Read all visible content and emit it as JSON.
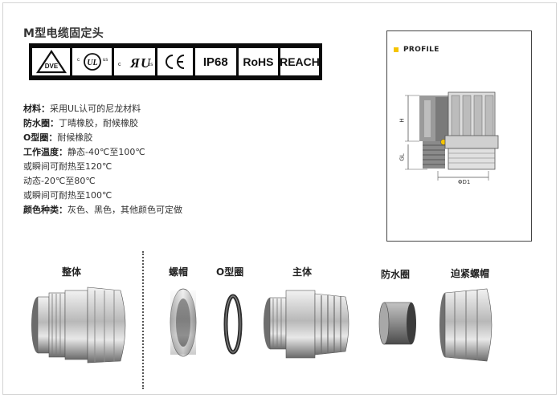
{
  "title": "M型电缆固定头",
  "certifications": [
    {
      "name": "vde-icon"
    },
    {
      "name": "cul-us-icon",
      "text": "c UL us"
    },
    {
      "name": "cru-us-icon",
      "text": "c RU us"
    },
    {
      "name": "ce-icon",
      "text": "CE"
    },
    {
      "name": "ip68",
      "text": "IP68"
    },
    {
      "name": "rohs",
      "text": "RoHS"
    },
    {
      "name": "reach",
      "text": "REACH"
    }
  ],
  "specs": [
    {
      "label": "材料：",
      "value": "采用UL认可的尼龙材料"
    },
    {
      "label": "防水圈：",
      "value": "丁晴橡胶，耐候橡胶"
    },
    {
      "label": "O型圈：",
      "value": "耐候橡胶"
    },
    {
      "label": "工作温度：",
      "value": "静态-40℃至100℃"
    },
    {
      "label": "",
      "value": "或瞬间可耐热至120℃"
    },
    {
      "label": "",
      "value": "动态-20℃至80℃"
    },
    {
      "label": "",
      "value": "或瞬间可耐热至100℃"
    },
    {
      "label": "颜色种类：",
      "value": "灰色、黑色，其他颜色可定做"
    }
  ],
  "profile": {
    "title": "PROFILE",
    "dim_h": "H",
    "dim_gl": "GL",
    "dim_d1": "ΦD1"
  },
  "parts": [
    {
      "label": "整体"
    },
    {
      "label": "螺帽"
    },
    {
      "label": "O型圈"
    },
    {
      "label": "主体"
    },
    {
      "label": "防水圈"
    },
    {
      "label": "迫紧螺帽"
    }
  ],
  "colors": {
    "accent": "#f5c400",
    "bar": "#0a0a0a"
  }
}
